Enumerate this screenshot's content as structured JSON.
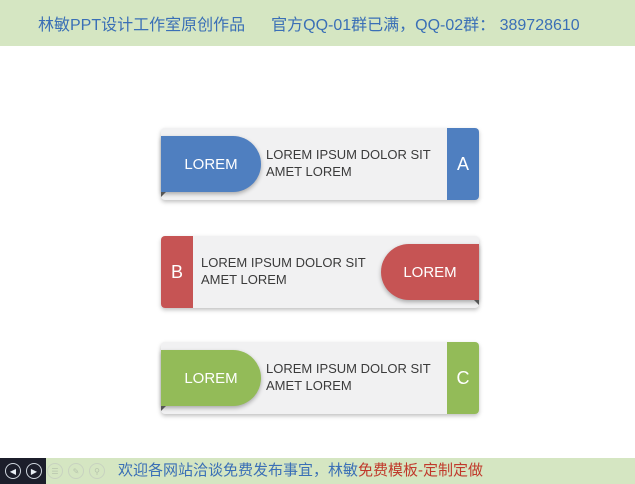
{
  "header": {
    "title": "林敏PPT设计工作室原创作品",
    "qq_info": "官方QQ-01群已满，QQ-02群： 389728610"
  },
  "cards": [
    {
      "pill_label": "LOREM",
      "desc_line1": "LOREM IPSUM DOLOR SIT",
      "desc_line2": "AMET LOREM",
      "tab_letter": "A",
      "pill_color": "#4f7fc0",
      "tab_color": "#4f7fc0"
    },
    {
      "pill_label": "LOREM",
      "desc_line1": "LOREM IPSUM DOLOR SIT",
      "desc_line2": "AMET LOREM",
      "tab_letter": "B",
      "pill_color": "#c65454",
      "tab_color": "#c65454"
    },
    {
      "pill_label": "LOREM",
      "desc_line1": "LOREM IPSUM DOLOR SIT",
      "desc_line2": "AMET LOREM",
      "tab_letter": "C",
      "pill_color": "#93bb58",
      "tab_color": "#93bb58"
    }
  ],
  "footer": {
    "text_prefix": "欢迎各网站洽谈免费发布事宜，林敏",
    "text_highlight": "免费模板-定制定做"
  },
  "player": {
    "icons": [
      "prev-icon",
      "next-icon",
      "menu-icon",
      "pen-icon",
      "zoom-icon"
    ]
  }
}
